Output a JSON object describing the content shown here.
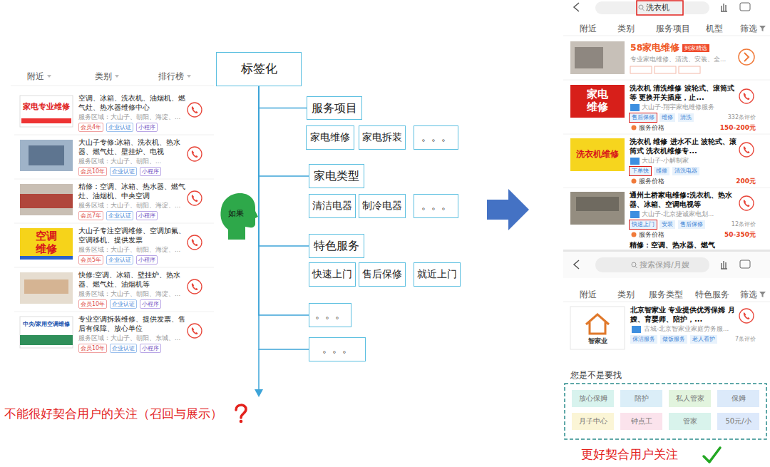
{
  "diagram": {
    "nodes": [
      {
        "text": [
          "标签化"
        ]
      },
      {
        "text": [
          "服务项目"
        ]
      },
      {
        "text": [
          "家电维修"
        ]
      },
      {
        "text": [
          "家电拆装"
        ]
      },
      {
        "text": [
          "。。。"
        ]
      },
      {
        "text": [
          "家电类型"
        ]
      },
      {
        "text": [
          "清洁电器"
        ]
      },
      {
        "text": [
          "制冷电器"
        ]
      },
      {
        "text": [
          "。。。"
        ]
      },
      {
        "text": [
          "特色服务"
        ]
      },
      {
        "text": [
          "快速上门"
        ]
      },
      {
        "text": [
          "售后保修"
        ]
      },
      {
        "text": [
          "就近上门"
        ]
      },
      {
        "text": [
          "。。。"
        ]
      },
      {
        "text": [
          "。。。"
        ]
      },
      {
        "text": [
          "如果"
        ]
      }
    ],
    "edges": [
      {
        "from": 0,
        "to": 1,
        "arrow": "none"
      },
      {
        "from": 0,
        "to": 5,
        "arrow": "none"
      },
      {
        "from": 0,
        "to": 9,
        "arrow": "none"
      },
      {
        "from": 0,
        "to": 13,
        "arrow": "none"
      },
      {
        "from": 0,
        "to": 14,
        "arrow": "none"
      }
    ],
    "labels": [
      "附近",
      "类别",
      "排行榜",
      "家电专业维修",
      "空调、冰箱、洗衣机、油烟机、燃气灶、热水器维修中心",
      "服务区域：大山子、朝阳、海淀、...",
      "会员4年",
      "企业认证",
      "小程序",
      "大山子专修:冰箱、洗衣机、热水器、燃气灶、壁挂炉、电视",
      "服务区域：大山子、朝阳、...",
      "会员10年",
      "企业认证",
      "小程序",
      "精修：空调、冰箱、热水器、燃气灶、油烟机、中央空调",
      "服务区域：大山子、朝阳、海淀、...",
      "会员7年",
      "企业认证",
      "小程序",
      "空调 维修",
      "大山子专注空调维修、空调加氟、空调移机、提供发票",
      "服务区域：大山子、朝阳、海淀、...",
      "会员5年",
      "企业认证",
      "小程序",
      "快修:空调、冰箱、壁挂炉、热水器、燃气灶、油烟机等",
      "服务区域：大山子、朝阳、海淀、...",
      "会员10年",
      "企业认证",
      "小程序",
      "中央/家用空调维修",
      "专业空调拆装维修、提供发票、售后有保障、放心单位",
      "服务区域：大山子、朝阳、东城、...",
      "会员10年",
      "企业认证",
      "小程序",
      "不能很好契合用户的关注（召回与展示）",
      "洗衣机",
      "附近",
      "类别",
      "服务项目",
      "机型",
      "筛选",
      "58家电维修",
      "到家精选",
      "专业家电维修、清洗、安装、全...",
      "家电 维修",
      "洗衣机 清洗维修 波轮式、滚筒式等 更换开关插座，止...",
      "大山子-翔宇家电维修服务",
      "售后保修",
      "维修",
      "清洗",
      "332条评价",
      "服务价格",
      "150-200元",
      "洗衣机维修",
      "洗衣机 维修 进水不止 波轮式、滚筒式 洗衣机维修专...",
      "大山子-小解制家",
      "下单快",
      "维修",
      "清洗电器",
      "服务价格",
      "200元",
      "通州土桥家电维修:洗衣机、热水器、冰箱、空调电视等",
      "大山子-北京捷诚家电划...",
      "快速上门",
      "安装",
      "售后保修",
      "12条评价",
      "服务价格",
      "50-350元",
      "精修：空调、热水器、燃气",
      "搜索保姆/月嫂",
      "附近",
      "类别",
      "服务类型",
      "特色服务",
      "筛选",
      "智家业",
      "北京智家业 专业提供优秀保姆 月嫂、育婴师、陪护，...",
      "古城-北京智家业家庭劳务服...",
      "保洁服务",
      "做饭服务",
      "老人看护",
      "7条评价",
      "您是不是要找",
      "放心保姆",
      "陪护",
      "私人管家",
      "保姆",
      "月子中心",
      "钟点工",
      "管家",
      "50元/小",
      "更好契合用户关注"
    ]
  }
}
